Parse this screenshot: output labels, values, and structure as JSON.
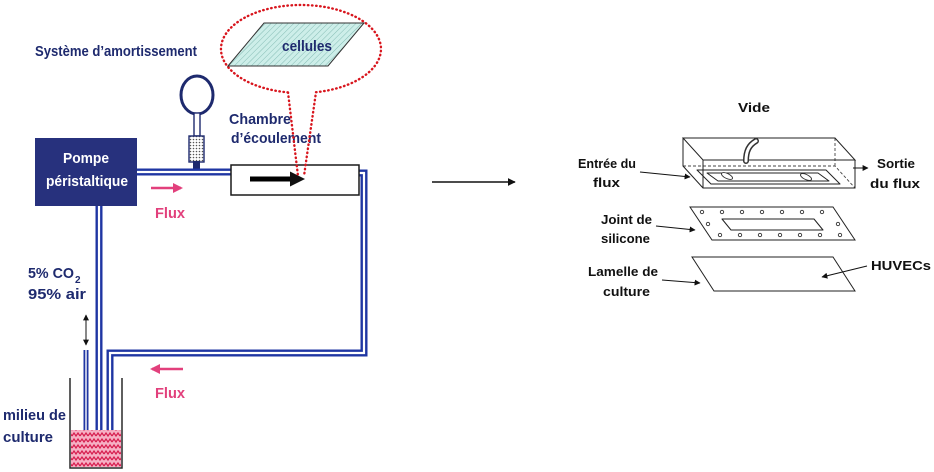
{
  "colors": {
    "navy": "#1e2a6e",
    "pump_fill": "#27317d",
    "tube_blue": "#1f36a3",
    "flow_pink": "#e2407c",
    "callout_red": "#d8151d",
    "medium_red": "#d61d4e",
    "cell_fill": "#cdeee9"
  },
  "perfusion_circuit": {
    "damping_system_label": "Système d’amortissement",
    "cells_label": "cellules",
    "flow_chamber_label": [
      "Chambre",
      "d’écoulement"
    ],
    "pump_label": [
      "Pompe",
      "péristaltique"
    ],
    "flow_label_outbound": "Flux",
    "flow_label_return": "Flux",
    "gas_mix": {
      "co2_label": "5% CO",
      "co2_subscript": "2",
      "air_label": "95% air"
    },
    "culture_medium_label": [
      "milieu de",
      "culture"
    ]
  },
  "exploded_chamber": {
    "vacuum_label": "Vide",
    "inlet_label": [
      "Entrée du",
      "flux"
    ],
    "outlet_label": [
      "Sortie",
      "du flux"
    ],
    "gasket_label": [
      "Joint de",
      "silicone"
    ],
    "coverslip_label": [
      "Lamelle de",
      "culture"
    ],
    "cells_label": "HUVECs"
  }
}
